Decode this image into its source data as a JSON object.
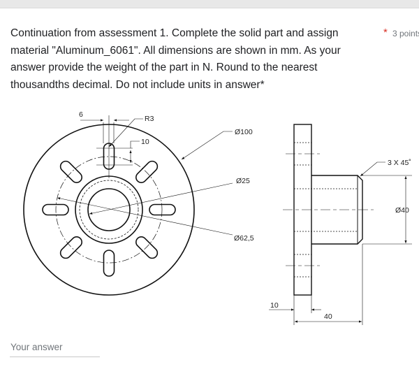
{
  "question": {
    "text": "Continuation from assessment 1. Complete the solid part and assign material  \"Aluminum_6061\". All dimensions are shown in mm. As your answer provide the weight of the part in N. Round to the nearest thousandths decimal. Do not include units in answer*",
    "required_mark": "*",
    "points": "3 points"
  },
  "drawing": {
    "front_view": {
      "dim_slot_width": "6",
      "dim_slot_radius": "R3",
      "dim_slot_length": "10",
      "dim_outer": "Ø100",
      "dim_bore": "Ø25",
      "dim_bolt_circle": "Ø62,5",
      "slot_count": 8
    },
    "side_view": {
      "dim_chamfer": "3 X 45˚",
      "dim_hub": "Ø40",
      "dim_flange_thickness": "10",
      "dim_total_length": "40"
    }
  },
  "answer": {
    "placeholder": "Your answer",
    "value": ""
  }
}
